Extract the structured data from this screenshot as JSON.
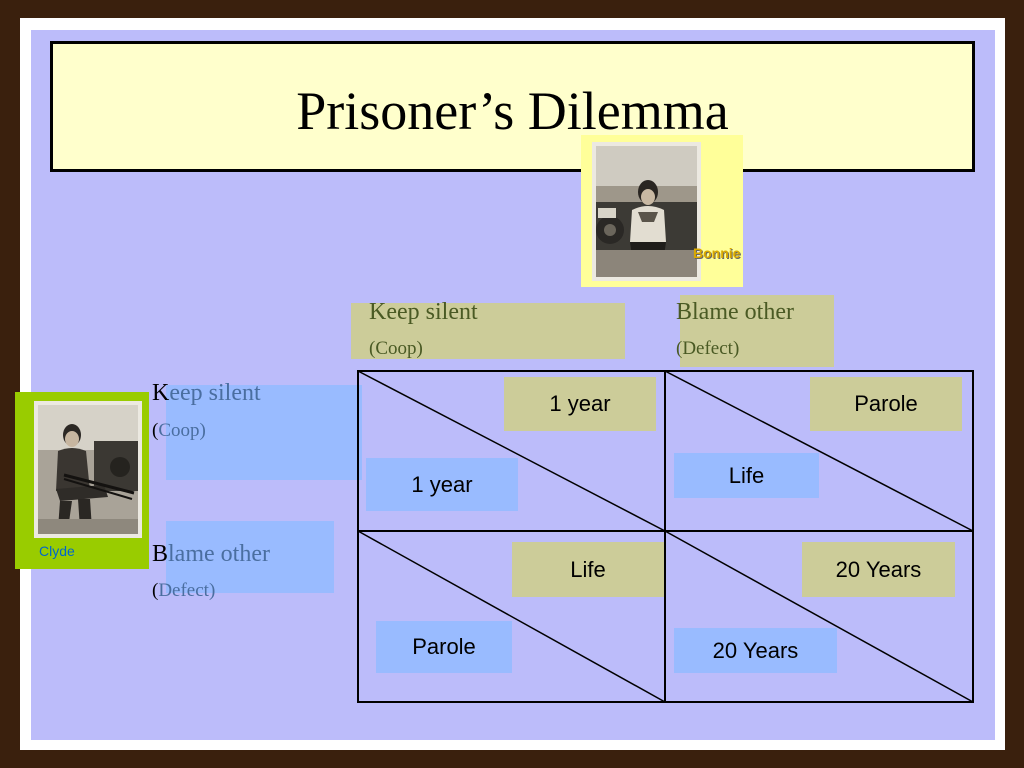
{
  "title": "Prisoner’s Dilemma",
  "players": {
    "bonnie": {
      "name": "Bonnie",
      "photo": "portrait-photo-woman-by-car"
    },
    "clyde": {
      "name": "Clyde",
      "photo": "portrait-photo-man-with-gun"
    }
  },
  "columns": [
    {
      "label": "Keep silent",
      "sub": "(Coop)"
    },
    {
      "label": "Blame other",
      "sub": "(Defect)"
    }
  ],
  "rows": [
    {
      "first_letter": "K",
      "rest": "eep silent",
      "sub_first": "(",
      "sub_rest": "Coop)"
    },
    {
      "first_letter": "B",
      "rest": "lame other",
      "sub_first": "(",
      "sub_rest": "Defect)"
    }
  ],
  "payoffs": [
    [
      {
        "bonnie": "1 year",
        "clyde": "1 year"
      },
      {
        "bonnie": "Parole",
        "clyde": "Life"
      }
    ],
    [
      {
        "bonnie": "Life",
        "clyde": "Parole"
      },
      {
        "bonnie": "20 Years",
        "clyde": "20 Years"
      }
    ]
  ],
  "colors": {
    "slide_bg": "#bcbcfa",
    "title_bg": "#ffffcc",
    "bonnie_highlight": "#cccc99",
    "clyde_highlight": "#99bbff",
    "bonnie_frame": "#ffff99",
    "clyde_frame": "#99cc00"
  }
}
